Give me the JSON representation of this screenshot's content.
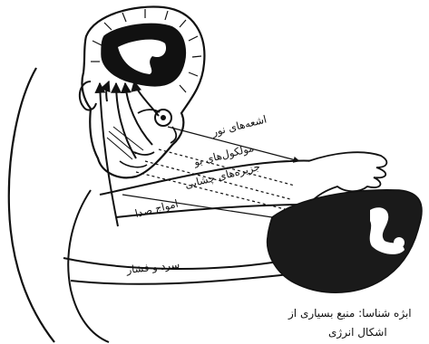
{
  "labels": {
    "light_rays": "اشعه‌های نور",
    "odor_molecules": "مولکول‌های بو",
    "taste_particles": "جزیره‌های چشایی",
    "sound_waves": "امواج صدا",
    "pressure": "سرد و فشار"
  },
  "caption": {
    "line1": "ابژه شناسا: منبع بسیاری از",
    "line2": "اشکال انرژی"
  },
  "icons": {
    "brain": "brain-icon",
    "object": "energy-source-object"
  }
}
